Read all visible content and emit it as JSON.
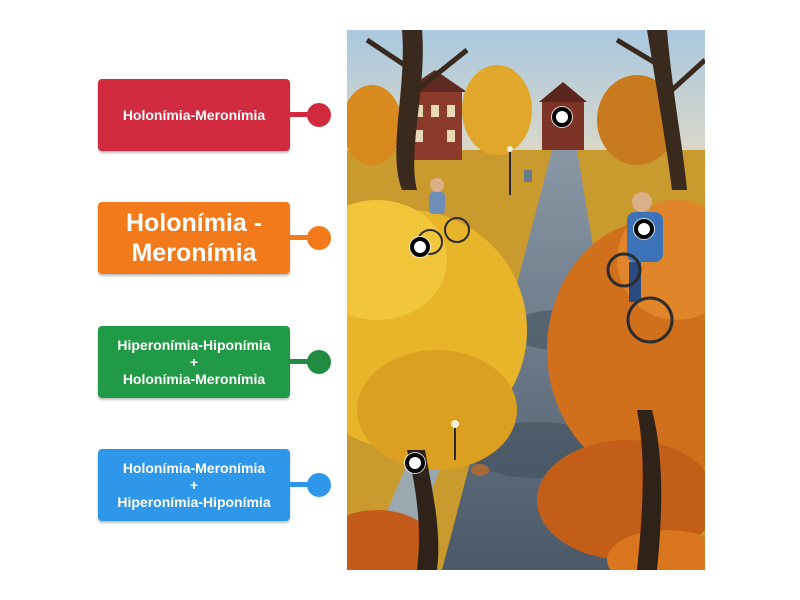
{
  "labels": [
    {
      "lines": [
        "Holonímia-Meronímia"
      ],
      "color": "#d12a3e",
      "knob_color": "#d12a3e"
    },
    {
      "lines": [
        "Holonímia -",
        "Meronímia"
      ],
      "color": "#f27a1a",
      "knob_color": "#f27a1a"
    },
    {
      "lines": [
        "Hiperonímia-Hiponímia",
        "+",
        "Holonímia-Meronímia"
      ],
      "color": "#219a47",
      "knob_color": "#1f8c40"
    },
    {
      "lines": [
        "Holonímia-Meronímia",
        "+",
        "Hiperonímia-Hiponímia"
      ],
      "color": "#2f97ea",
      "knob_color": "#2f97ea"
    }
  ],
  "scene": {
    "description_icon": "autumn-park-painting"
  }
}
